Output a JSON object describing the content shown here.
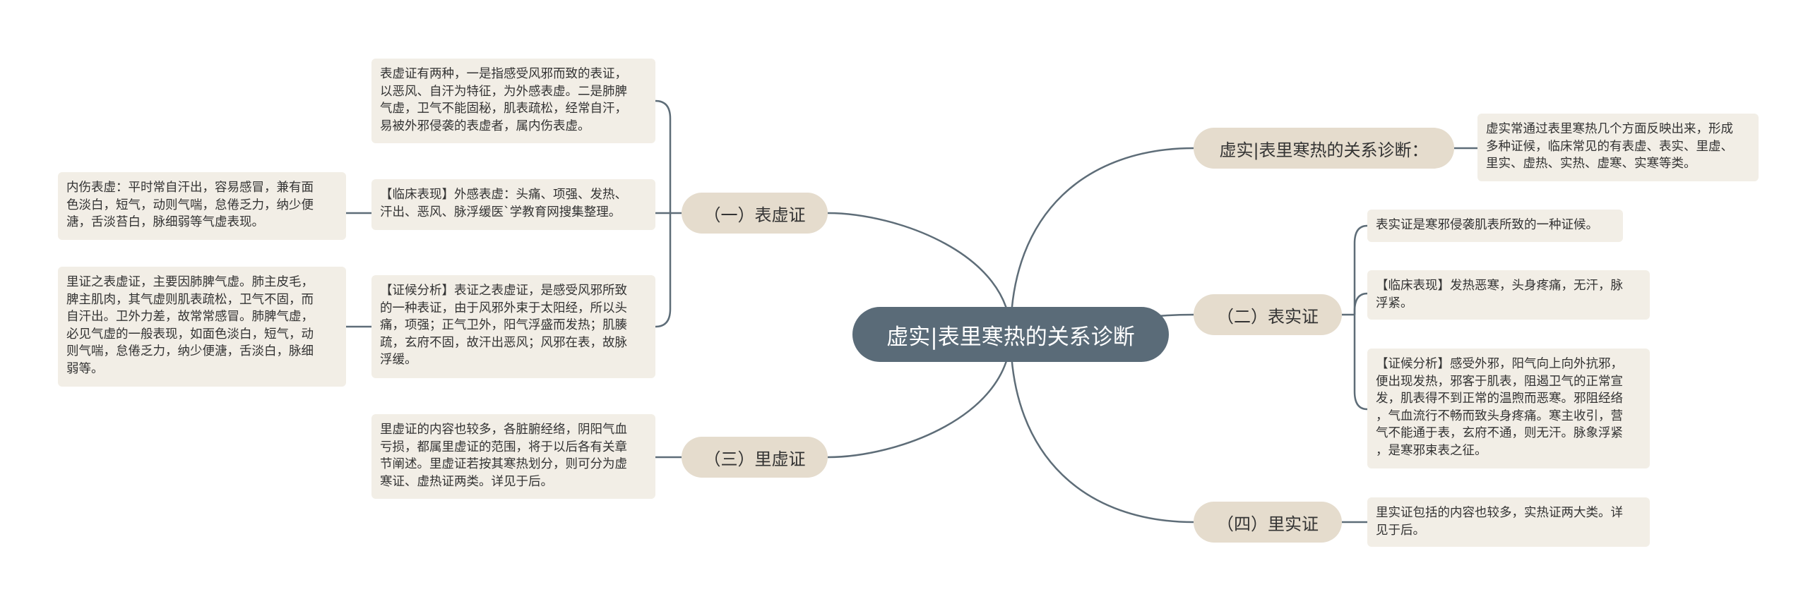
{
  "center": {
    "label": "虚实|表里寒热的关系诊断"
  },
  "left_branches": [
    {
      "label": "（一）表虚证",
      "children": [
        {
          "text": "表虚证有两种，一是指感受风邪而致的表证，\n以恶风、自汗为特征，为外感表虚。二是肺脾\n气虚，卫气不能固秘，肌表疏松，经常自汗，\n易被外邪侵袭的表虚者，属内伤表虚。"
        },
        {
          "text": "【临床表现】外感表虚：头痛、项强、发热、\n汗出、恶风、脉浮缓医`学教育网搜集整理。",
          "children": [
            {
              "text": "内伤表虚：平时常自汗出，容易感冒，兼有面\n色淡白，短气，动则气喘，怠倦乏力，纳少便\n溏，舌淡苔白，脉细弱等气虚表现。"
            }
          ]
        },
        {
          "text": "【证候分析】表证之表虚证，是感受风邪所致\n的一种表证，由于风邪外束于太阳经，所以头\n痛，项强；正气卫外，阳气浮盛而发热；肌腠\n疏，玄府不固，故汗出恶风；风邪在表，故脉\n浮缓。",
          "children": [
            {
              "text": "里证之表虚证，主要因肺脾气虚。肺主皮毛，\n脾主肌肉，其气虚则肌表疏松，卫气不固，而\n自汗出。卫外力差，故常常感冒。肺脾气虚，\n必见气虚的一般表现，如面色淡白，短气，动\n则气喘，怠倦乏力，纳少便溏，舌淡白，脉细\n弱等。"
            }
          ]
        }
      ]
    },
    {
      "label": "（三）里虚证",
      "children": [
        {
          "text": "里虚证的内容也较多，各脏腑经络，阴阳气血\n亏损，都属里虚证的范围，将于以后各有关章\n节阐述。里虚证若按其寒热划分，则可分为虚\n寒证、虚热证两类。详见于后。"
        }
      ]
    }
  ],
  "right_branches": [
    {
      "label": "虚实|表里寒热的关系诊断：",
      "children": [
        {
          "text": "虚实常通过表里寒热几个方面反映出来，形成\n多种证候，临床常见的有表虚、表实、里虚、\n里实、虚热、实热、虚寒、实寒等类。"
        }
      ]
    },
    {
      "label": "（二）表实证",
      "children": [
        {
          "text": "表实证是寒邪侵袭肌表所致的一种证候。"
        },
        {
          "text": "【临床表现】发热恶寒，头身疼痛，无汗，脉\n浮紧。"
        },
        {
          "text": "【证候分析】感受外邪，阳气向上向外抗邪，\n便出现发热，邪客于肌表，阻遏卫气的正常宣\n发，肌表得不到正常的温煦而恶寒。邪阻经络\n，气血流行不畅而致头身疼痛。寒主收引，营\n气不能通于表，玄府不通，则无汗。脉象浮紧\n，是寒邪束表之征。"
        }
      ]
    },
    {
      "label": "（四）里实证",
      "children": [
        {
          "text": "里实证包括的内容也较多，实热证两大类。详\n见于后。"
        }
      ]
    }
  ]
}
